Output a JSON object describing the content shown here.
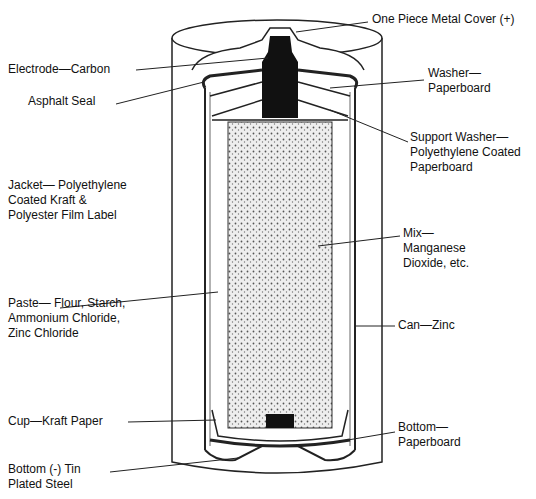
{
  "diagram": {
    "labels": [
      "One Piece Metal Cover (+)",
      "Electrode—Carbon",
      "Washer— Paperboard",
      "Asphalt Seal",
      "Support Washer— Polyethylene Coated Paperboard",
      "Jacket— Polyethylene Coated Kraft & Polyester Film Label",
      "Mix— Manganese Dioxide, etc.",
      "Paste— Flour, Starch, Ammonium Chloride, Zinc Chloride",
      "Can—Zinc",
      "Cup—Kraft Paper",
      "Bottom— Paperboard",
      "Bottom (-) Tin Plated Steel"
    ]
  }
}
